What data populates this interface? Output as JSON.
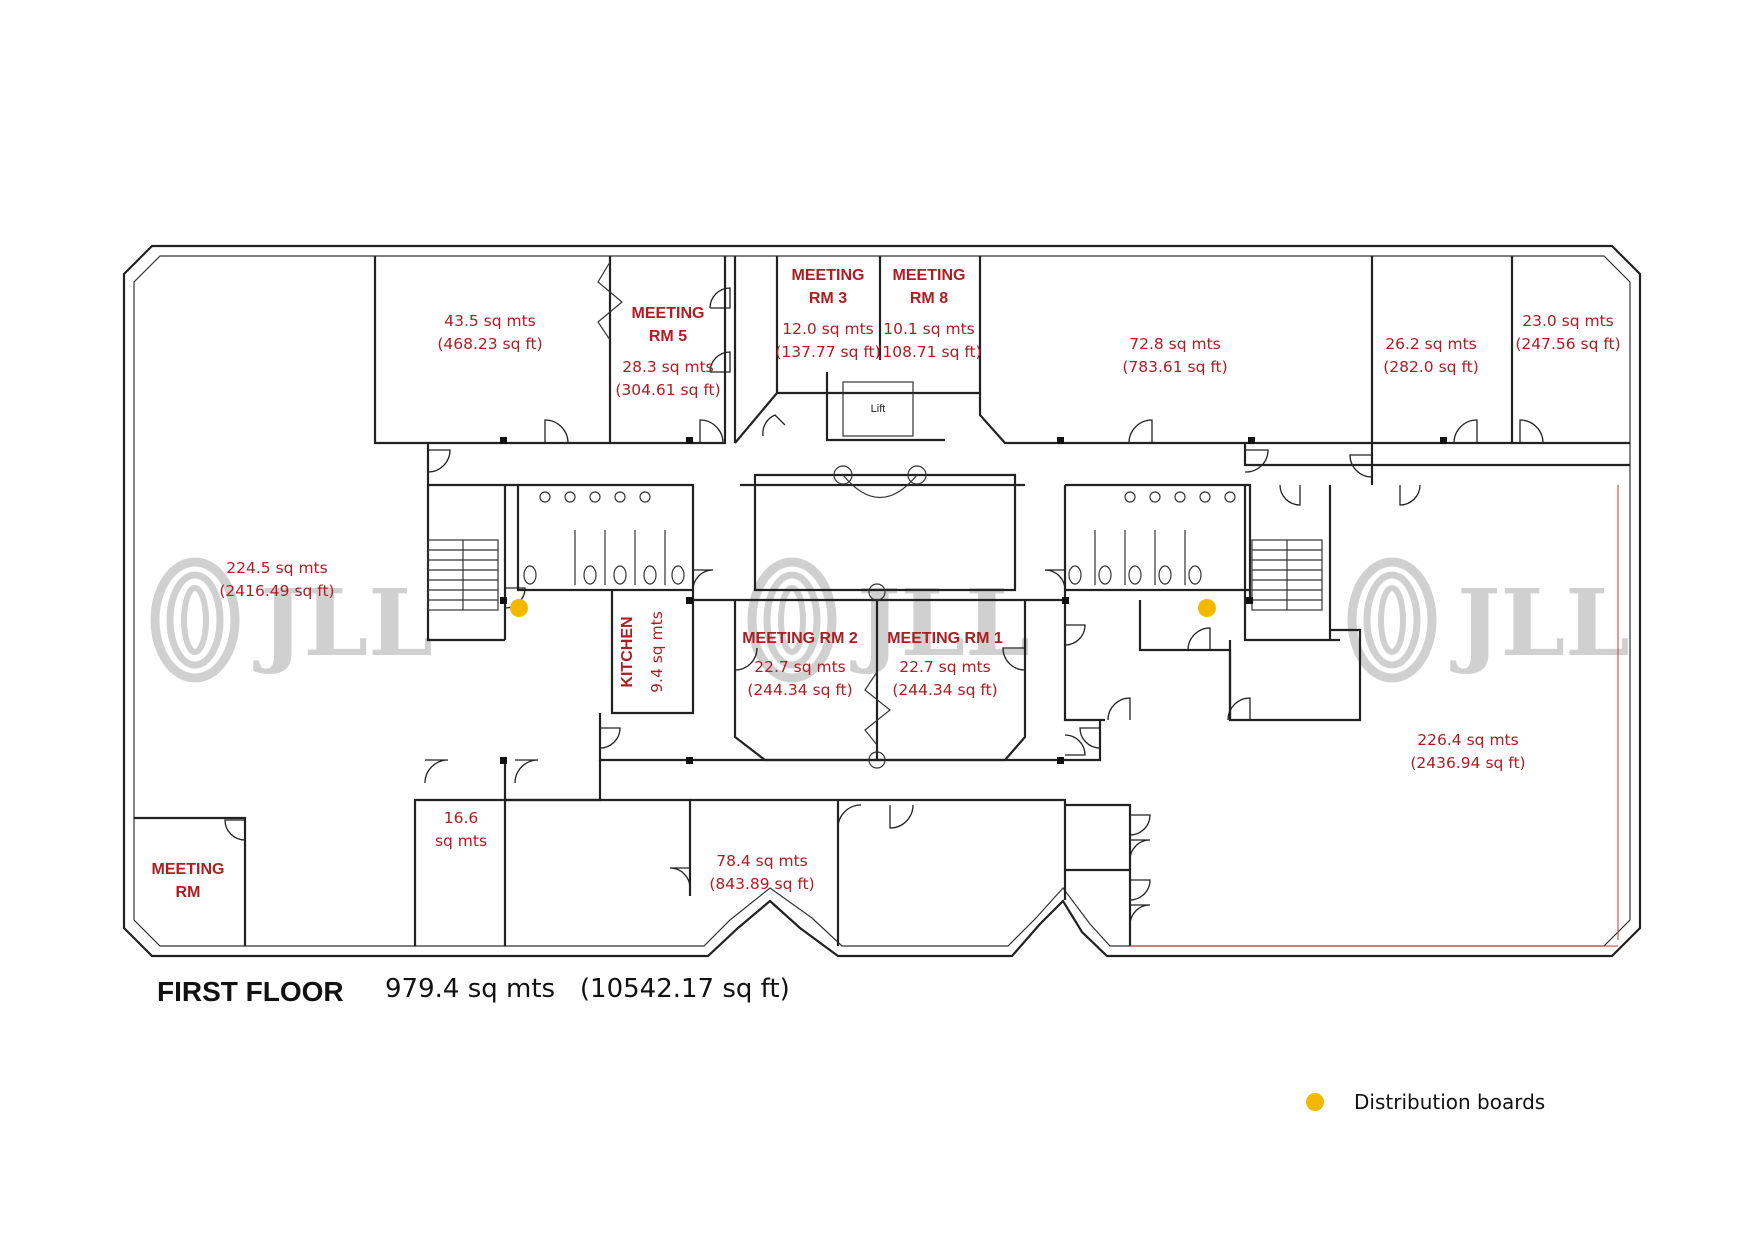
{
  "plan": {
    "floor_label": "FIRST FLOOR",
    "floor_area": "979.4 sq mts",
    "floor_area_ft": "(10542.17 sq ft)",
    "watermark": "JLL",
    "lift_label": "Lift",
    "distribution_color": "#f5b800",
    "label_color": "#b01c22"
  },
  "rooms": {
    "r435": {
      "a1": "43.5 sq mts",
      "a2": "(468.23 sq ft)"
    },
    "mr5": {
      "n1": "MEETING",
      "n2": "RM 5",
      "a1": "28.3 sq mts",
      "a2": "(304.61 sq ft)"
    },
    "mr3": {
      "n1": "MEETING",
      "n2": "RM 3",
      "a1": "12.0 sq mts",
      "a2": "(137.77 sq ft)"
    },
    "mr8": {
      "n1": "MEETING",
      "n2": "RM 8",
      "a1": "10.1 sq mts",
      "a2": "(108.71 sq ft)"
    },
    "r728": {
      "a1": "72.8 sq mts",
      "a2": "(783.61 sq ft)"
    },
    "r262": {
      "a1": "26.2 sq mts",
      "a2": "(282.0 sq ft)"
    },
    "r230": {
      "a1": "23.0 sq mts",
      "a2": "(247.56 sq ft)"
    },
    "r2245": {
      "a1": "224.5 sq mts",
      "a2": "(2416.49 sq ft)"
    },
    "kitchen": {
      "n1": "KITCHEN",
      "a1": "9.4 sq mts"
    },
    "mr2": {
      "n1": "MEETING RM 2",
      "a1": "22.7 sq mts",
      "a2": "(244.34 sq ft)"
    },
    "mr1": {
      "n1": "MEETING RM 1",
      "a1": "22.7 sq mts",
      "a2": "(244.34 sq ft)"
    },
    "r2264": {
      "a1": "226.4 sq mts",
      "a2": "(2436.94 sq ft)"
    },
    "r166": {
      "a1": "16.6",
      "a2": "sq mts"
    },
    "mrm": {
      "n1": "MEETING",
      "n2": "RM"
    },
    "r784": {
      "a1": "78.4 sq mts",
      "a2": "(843.89 sq ft)"
    }
  },
  "legend": {
    "label": "Distribution boards",
    "icon": "yellow-dot"
  }
}
